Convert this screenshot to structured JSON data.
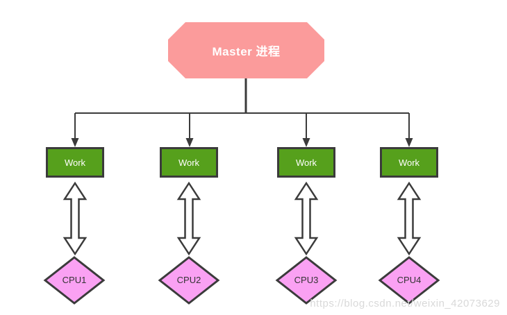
{
  "diagram": {
    "title_node": {
      "label": "Master 进程",
      "shape": "octagon",
      "fill": "#fb9b9b",
      "text_color": "#ffffff"
    },
    "workers": [
      {
        "work_label": "Work",
        "cpu_label": "CPU1"
      },
      {
        "work_label": "Work",
        "cpu_label": "CPU2"
      },
      {
        "work_label": "Work",
        "cpu_label": "CPU3"
      },
      {
        "work_label": "Work",
        "cpu_label": "CPU4"
      }
    ],
    "colors": {
      "master_fill": "#fb9b9b",
      "work_fill": "#56a01c",
      "cpu_fill": "#faa1f3",
      "line": "#3b3b3b",
      "watermark": "#d9d9d9",
      "background": "#ffffff"
    },
    "watermark_text": "https://blog.csdn.net/weixin_42073629"
  }
}
